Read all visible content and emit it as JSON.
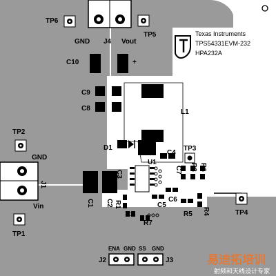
{
  "labels": {
    "tp6": "TP6",
    "tp5": "TP5",
    "tp2": "TP2",
    "tp1": "TP1",
    "tp3": "TP3",
    "tp4": "TP4",
    "gnd_top": "GND",
    "j4": "J4",
    "vout": "Vout",
    "plus": "+",
    "c10": "C10",
    "c9": "C9",
    "c8": "C8",
    "l1": "L1",
    "d1": "D1",
    "c4": "C4",
    "u1": "U1",
    "c3": "C3",
    "c7": "C7",
    "r3": "R3",
    "r6": "R6",
    "gnd_left": "GND",
    "j1": "J1",
    "vin": "Vin",
    "c1": "C1",
    "c2": "C2",
    "r1": "R1",
    "r2": "R2",
    "c5": "C5",
    "c6": "C6",
    "r5": "R5",
    "r4": "R4",
    "r7": "R7",
    "ena": "ENA",
    "gnd_j2": "GND",
    "ss": "SS",
    "gnd_j3": "GND",
    "j2": "J2",
    "j3": "J3"
  },
  "title_block": {
    "company": "Texas Instruments",
    "board": "TPS54331EVM-232",
    "pcb": "HPA232A"
  },
  "watermark": {
    "main": "易迪拓培训",
    "sub": "射频和天线设计专家"
  },
  "colors": {
    "copper": "#9a9a9a",
    "background": "#ffffff",
    "pad": "#000000",
    "watermark": "#e07a3a"
  }
}
